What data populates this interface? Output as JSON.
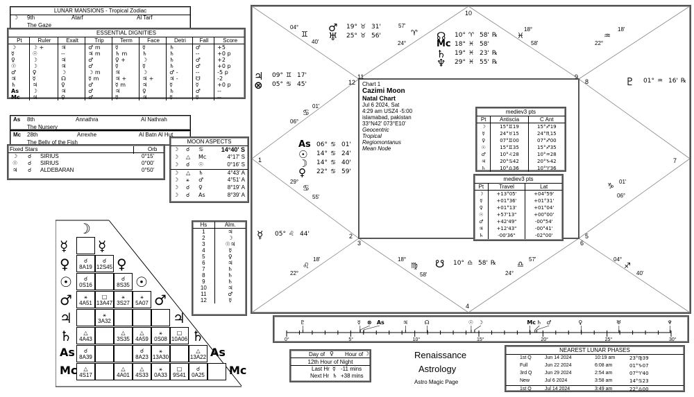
{
  "lunar_mansions": {
    "title": "LUNAR MANSIONS - Tropical Zodiac",
    "rows": [
      {
        "pt": "☽",
        "num": "9th",
        "name": "Atarf",
        "arabic": "Al Tarf",
        "meaning": "The Gaze"
      },
      {
        "pt": "As",
        "num": "8th",
        "name": "Annathra",
        "arabic": "Al Nathrah",
        "meaning": "The Nursery"
      },
      {
        "pt": "Mc",
        "num": "28th",
        "name": "Arrexhe",
        "arabic": "Al Batn Al Hut",
        "meaning": "The Belly of the Fish"
      }
    ]
  },
  "essential_dignities": {
    "title": "ESSENTIAL DIGNITIES",
    "headers": [
      "Pt",
      "Ruler",
      "Exalt",
      "Trip",
      "Term",
      "Face",
      "Detri",
      "Fall",
      "Score"
    ],
    "rows": [
      [
        "☽",
        "☽ +",
        "♃",
        "♂ m",
        "☿",
        "☿",
        "♄",
        "♂",
        "+5"
      ],
      [
        "☿",
        "☉",
        "--",
        "♃ m",
        "♄ m",
        "♄",
        "♄",
        "--",
        "+0 p"
      ],
      [
        "♀",
        "☽",
        "♃",
        "♂",
        "♀ +",
        "☽",
        "♄",
        "♂",
        "+2"
      ],
      [
        "☉",
        "☽",
        "♃",
        "♂",
        "☿",
        "☿",
        "♄",
        "♂",
        "+0 p"
      ],
      [
        "♂",
        "♀",
        "☽",
        "☽ m",
        "♃",
        "☽",
        "♂ -",
        "--",
        "-5 p"
      ],
      [
        "♃",
        "☿",
        "☊",
        "☿ m",
        "♃ +",
        "♃ +",
        "♃ -",
        "☋",
        "-2"
      ],
      [
        "♄",
        "♃",
        "♀",
        "♂",
        "☿ m",
        "♃",
        "☿",
        "☿",
        "+0 p"
      ],
      [
        "As",
        "☽",
        "♃",
        "♂",
        "♃",
        "♀",
        "♄",
        "♂",
        "--"
      ],
      [
        "Mc",
        "♃",
        "♀",
        "♂",
        "☿",
        "♃",
        "☿",
        "☿",
        "--"
      ]
    ]
  },
  "fixed_stars": {
    "title": "Fixed Stars",
    "orb_label": "Orb",
    "rows": [
      {
        "pt": "☽",
        "asp": "☌",
        "star": "SIRIUS",
        "orb": "0°15'"
      },
      {
        "pt": "☉",
        "asp": "☌",
        "star": "SIRIUS",
        "orb": "0°00'"
      },
      {
        "pt": "♃",
        "asp": "☌",
        "star": "ALDEBARAN",
        "orb": "0°50'"
      }
    ]
  },
  "moon_aspects": {
    "title": "MOON ASPECTS",
    "rows": [
      {
        "p1": "☽",
        "asp": "☌",
        "p2": "♋",
        "orb": "14°40' S",
        "bold": true
      },
      {
        "p1": "☽",
        "asp": "△",
        "p2": "Mc",
        "orb": "4°17' S"
      },
      {
        "p1": "☽",
        "asp": "☌",
        "p2": "☉",
        "orb": "0°16' S"
      },
      {
        "p1": "☽",
        "asp": "△",
        "p2": "♄",
        "orb": "4°43' A"
      },
      {
        "p1": "☽",
        "asp": "⚹",
        "p2": "♂",
        "orb": "4°51' A"
      },
      {
        "p1": "☽",
        "asp": "☌",
        "p2": "♀",
        "orb": "8°19' A"
      },
      {
        "p1": "☽",
        "asp": "☌",
        "p2": "As",
        "orb": "8°39' A"
      }
    ]
  },
  "aspect_grid": {
    "planets": [
      "☽",
      "☿",
      "♀",
      "☉",
      "♂",
      "♃",
      "♄",
      "As",
      "Mc"
    ],
    "rows": [
      {
        "planet": "☿",
        "cells": [
          {
            "asp": "",
            "val": ""
          }
        ]
      },
      {
        "planet": "♀",
        "cells": [
          {
            "asp": "☌",
            "val": "8A19"
          },
          {
            "asp": "☌",
            "val": "12S45"
          }
        ]
      },
      {
        "planet": "☉",
        "cells": [
          {
            "asp": "☌",
            "val": "0S16"
          },
          {
            "asp": "",
            "val": ""
          },
          {
            "asp": "☌",
            "val": "8S35"
          }
        ]
      },
      {
        "planet": "♂",
        "cells": [
          {
            "asp": "⚹",
            "val": "4A51"
          },
          {
            "asp": "□",
            "val": "13A47"
          },
          {
            "asp": "⚹",
            "val": "3S27"
          },
          {
            "asp": "⚹",
            "val": "5A07"
          }
        ]
      },
      {
        "planet": "♃",
        "cells": [
          {
            "asp": "",
            "val": ""
          },
          {
            "asp": "⚹",
            "val": "3A32"
          },
          {
            "asp": "",
            "val": ""
          },
          {
            "asp": "",
            "val": ""
          },
          {
            "asp": "",
            "val": ""
          }
        ]
      },
      {
        "planet": "♄",
        "cells": [
          {
            "asp": "△",
            "val": "4A43"
          },
          {
            "asp": "",
            "val": ""
          },
          {
            "asp": "△",
            "val": "3S35"
          },
          {
            "asp": "△",
            "val": "4A59"
          },
          {
            "asp": "⚹",
            "val": "0S08"
          },
          {
            "asp": "□",
            "val": "10A06"
          }
        ]
      },
      {
        "planet": "As",
        "cells": [
          {
            "asp": "☌",
            "val": "8A39"
          },
          {
            "asp": "",
            "val": ""
          },
          {
            "asp": "",
            "val": ""
          },
          {
            "asp": "☌",
            "val": "8A23"
          },
          {
            "asp": "⚹",
            "val": "13A30"
          },
          {
            "asp": "",
            "val": ""
          },
          {
            "asp": "△",
            "val": "13A22"
          }
        ]
      },
      {
        "planet": "Mc",
        "cells": [
          {
            "asp": "△",
            "val": "4S17"
          },
          {
            "asp": "",
            "val": ""
          },
          {
            "asp": "△",
            "val": "4A01"
          },
          {
            "asp": "△",
            "val": "4S33"
          },
          {
            "asp": "⚹",
            "val": "0A33"
          },
          {
            "asp": "□",
            "val": "9S41"
          },
          {
            "asp": "☌",
            "val": "0A25"
          },
          {
            "asp": "",
            "val": ""
          }
        ]
      }
    ]
  },
  "almutens": {
    "headers": [
      "Hs",
      "Alm."
    ],
    "rows": [
      [
        "1",
        "♃"
      ],
      [
        "2",
        "☽"
      ],
      [
        "3",
        "☉♃"
      ],
      [
        "4",
        "☿"
      ],
      [
        "5",
        "♀"
      ],
      [
        "6",
        "♃"
      ],
      [
        "7",
        "♄"
      ],
      [
        "8",
        "♄"
      ],
      [
        "9",
        "♄"
      ],
      [
        "10",
        "♃"
      ],
      [
        "11",
        "♂"
      ],
      [
        "12",
        "☿"
      ]
    ]
  },
  "chart": {
    "info": {
      "label": "Chart 1",
      "name": "Cazimi Moon",
      "type": "Natal Chart",
      "date": "Jul 6 2024, Sat",
      "time": "4:29 am  USZ4 -5:00",
      "place": "islamabad, pakistan",
      "coords": "33°N42' 073°E10'",
      "settings": [
        "Geocentric",
        "Tropical",
        "Regiomontanus",
        "Mean Node"
      ]
    },
    "house_numbers": [
      "1",
      "2",
      "3",
      "4",
      "5",
      "6",
      "7",
      "8",
      "9",
      "10",
      "11",
      "12"
    ],
    "cusps": [
      {
        "deg": "04°",
        "sign": "♊",
        "min": "40'"
      },
      {
        "deg": "24°",
        "sign": "♈",
        "min": "57'"
      },
      {
        "deg": "18°",
        "sign": "♓",
        "min": "58'"
      },
      {
        "deg": "22°",
        "sign": "♒",
        "min": "18'"
      },
      {
        "deg": "06°",
        "sign": "♋",
        "min": "01'"
      },
      {
        "deg": "29°",
        "sign": "♋",
        "min": "55'"
      },
      {
        "deg": "06°",
        "sign": "♑",
        "min": "01'"
      },
      {
        "deg": "22°",
        "sign": "♌",
        "min": "18'"
      },
      {
        "deg": "18°",
        "sign": "♍",
        "min": "58'"
      },
      {
        "deg": "24°",
        "sign": "♎",
        "min": "57'"
      },
      {
        "deg": "04°",
        "sign": "♐",
        "min": "40'"
      }
    ],
    "planet_groups": [
      {
        "house": "11",
        "items": [
          {
            "glyph": "♂",
            "deg": "19°",
            "sign": "♉",
            "min": "31'",
            "rx": ""
          },
          {
            "glyph": "♅",
            "deg": "25°",
            "sign": "♉",
            "min": "56'",
            "rx": ""
          }
        ]
      },
      {
        "house": "10",
        "items": [
          {
            "glyph": "☊",
            "deg": "10°",
            "sign": "♈",
            "min": "58'",
            "rx": "℞"
          },
          {
            "glyph": "Mc",
            "deg": "18°",
            "sign": "♓",
            "min": "58'",
            "rx": ""
          },
          {
            "glyph": "♄",
            "deg": "19°",
            "sign": "♓",
            "min": "23'",
            "rx": "℞"
          },
          {
            "glyph": "♆",
            "deg": "29°",
            "sign": "♓",
            "min": "55'",
            "rx": "℞"
          }
        ]
      },
      {
        "house": "12",
        "items": [
          {
            "glyph": "♃",
            "deg": "09°",
            "sign": "♊",
            "min": "17'",
            "rx": ""
          },
          {
            "glyph": "⊗",
            "deg": "05°",
            "sign": "♋",
            "min": "45'",
            "rx": ""
          }
        ]
      },
      {
        "house": "8",
        "items": [
          {
            "glyph": "♇",
            "deg": "01°",
            "sign": "♒",
            "min": "16'",
            "rx": "℞"
          }
        ]
      },
      {
        "house": "1",
        "items": [
          {
            "glyph": "As",
            "deg": "06°",
            "sign": "♋",
            "min": "01'",
            "rx": ""
          },
          {
            "glyph": "☉",
            "deg": "14°",
            "sign": "♋",
            "min": "24'",
            "rx": ""
          },
          {
            "glyph": "☽",
            "deg": "14°",
            "sign": "♋",
            "min": "40'",
            "rx": ""
          },
          {
            "glyph": "♀",
            "deg": "22°",
            "sign": "♋",
            "min": "59'",
            "rx": ""
          }
        ]
      },
      {
        "house": "2",
        "items": [
          {
            "glyph": "☿",
            "deg": "05°",
            "sign": "♌",
            "min": "44'",
            "rx": ""
          }
        ]
      },
      {
        "house": "4",
        "items": [
          {
            "glyph": "☋",
            "deg": "10°",
            "sign": "♎",
            "min": "58'",
            "rx": "℞"
          }
        ]
      }
    ]
  },
  "antiscia": {
    "title": "mediev3 pts",
    "headers": [
      "Pt",
      "Antiscia",
      "C Ant"
    ],
    "rows": [
      [
        "☽",
        "15°♊19",
        "15°♐19"
      ],
      [
        "☿",
        "24°♉15",
        "24°♏15"
      ],
      [
        "♀",
        "07°♊00",
        "07°♐00"
      ],
      [
        "☉",
        "15°♊35",
        "15°♐35"
      ],
      [
        "♂",
        "10°♌28",
        "10°♒28"
      ],
      [
        "♃",
        "20°♋42",
        "20°♑42"
      ],
      [
        "♄",
        "10°♎36",
        "10°♈36"
      ]
    ]
  },
  "travel": {
    "title": "mediev3 pts",
    "headers": [
      "Pt",
      "Travel",
      "Lat"
    ],
    "rows": [
      [
        "☽",
        "+13°05'",
        "+04°59'"
      ],
      [
        "☿",
        "+01°36'",
        "+01°31'"
      ],
      [
        "♀",
        "+01°13'",
        "+01°04'"
      ],
      [
        "☉",
        "+57'13\"",
        "+00°00'"
      ],
      [
        "♂",
        "+42'49\"",
        "-00°54'"
      ],
      [
        "♃",
        "+12'43\"",
        "-00°41'"
      ],
      [
        "♄",
        "-00'36\"",
        "-02°00'"
      ]
    ]
  },
  "degree_ruler": {
    "ticks": [
      "0°",
      "5°",
      "10°",
      "15°",
      "20°",
      "25°",
      "30°"
    ],
    "markers": [
      {
        "glyph": "♇",
        "deg": 1.27
      },
      {
        "glyph": "☿",
        "deg": 5.73
      },
      {
        "glyph": "⊗",
        "deg": 5.75
      },
      {
        "glyph": "As",
        "deg": 6.02
      },
      {
        "glyph": "♃",
        "deg": 9.28
      },
      {
        "glyph": "☊",
        "deg": 10.97
      },
      {
        "glyph": "☉",
        "deg": 14.4
      },
      {
        "glyph": "☽",
        "deg": 14.67
      },
      {
        "glyph": "Mc",
        "deg": 18.97
      },
      {
        "glyph": "♄",
        "deg": 19.38
      },
      {
        "glyph": "♂",
        "deg": 19.52
      },
      {
        "glyph": "♀",
        "deg": 22.98
      },
      {
        "glyph": "♅",
        "deg": 25.93
      },
      {
        "glyph": "♆",
        "deg": 29.92
      }
    ]
  },
  "planetary_hours": {
    "day_label": "Day of",
    "day_glyph": "♀",
    "hour_label": "Hour of",
    "hour_glyph": "☽",
    "current": "12th Hour of Night",
    "last": {
      "label": "Last Hr",
      "glyph": "☿",
      "value": "-11 mins"
    },
    "next": {
      "label": "Next Hr",
      "glyph": "♄",
      "value": "+38 mins"
    }
  },
  "brand": {
    "line1": "Renaissance",
    "line2": "Astrology",
    "line3": "Astro Magic Page"
  },
  "lunar_phases": {
    "title": "NEAREST LUNAR PHASES",
    "rows": [
      [
        "1st Q",
        "Jun 14 2024",
        "10:19 am",
        "23°♍39"
      ],
      [
        "Full",
        "Jun 22 2024",
        "6:08 am",
        "01°♑07"
      ],
      [
        "3rd Q",
        "Jun 29 2024",
        "2:54 am",
        "07°♈40"
      ],
      [
        "New",
        "Jul 6 2024",
        "3:58 am",
        "14°♋23"
      ],
      [
        "1st Q",
        "Jul 14 2024",
        "3:49 am",
        "22°♎00"
      ]
    ]
  }
}
